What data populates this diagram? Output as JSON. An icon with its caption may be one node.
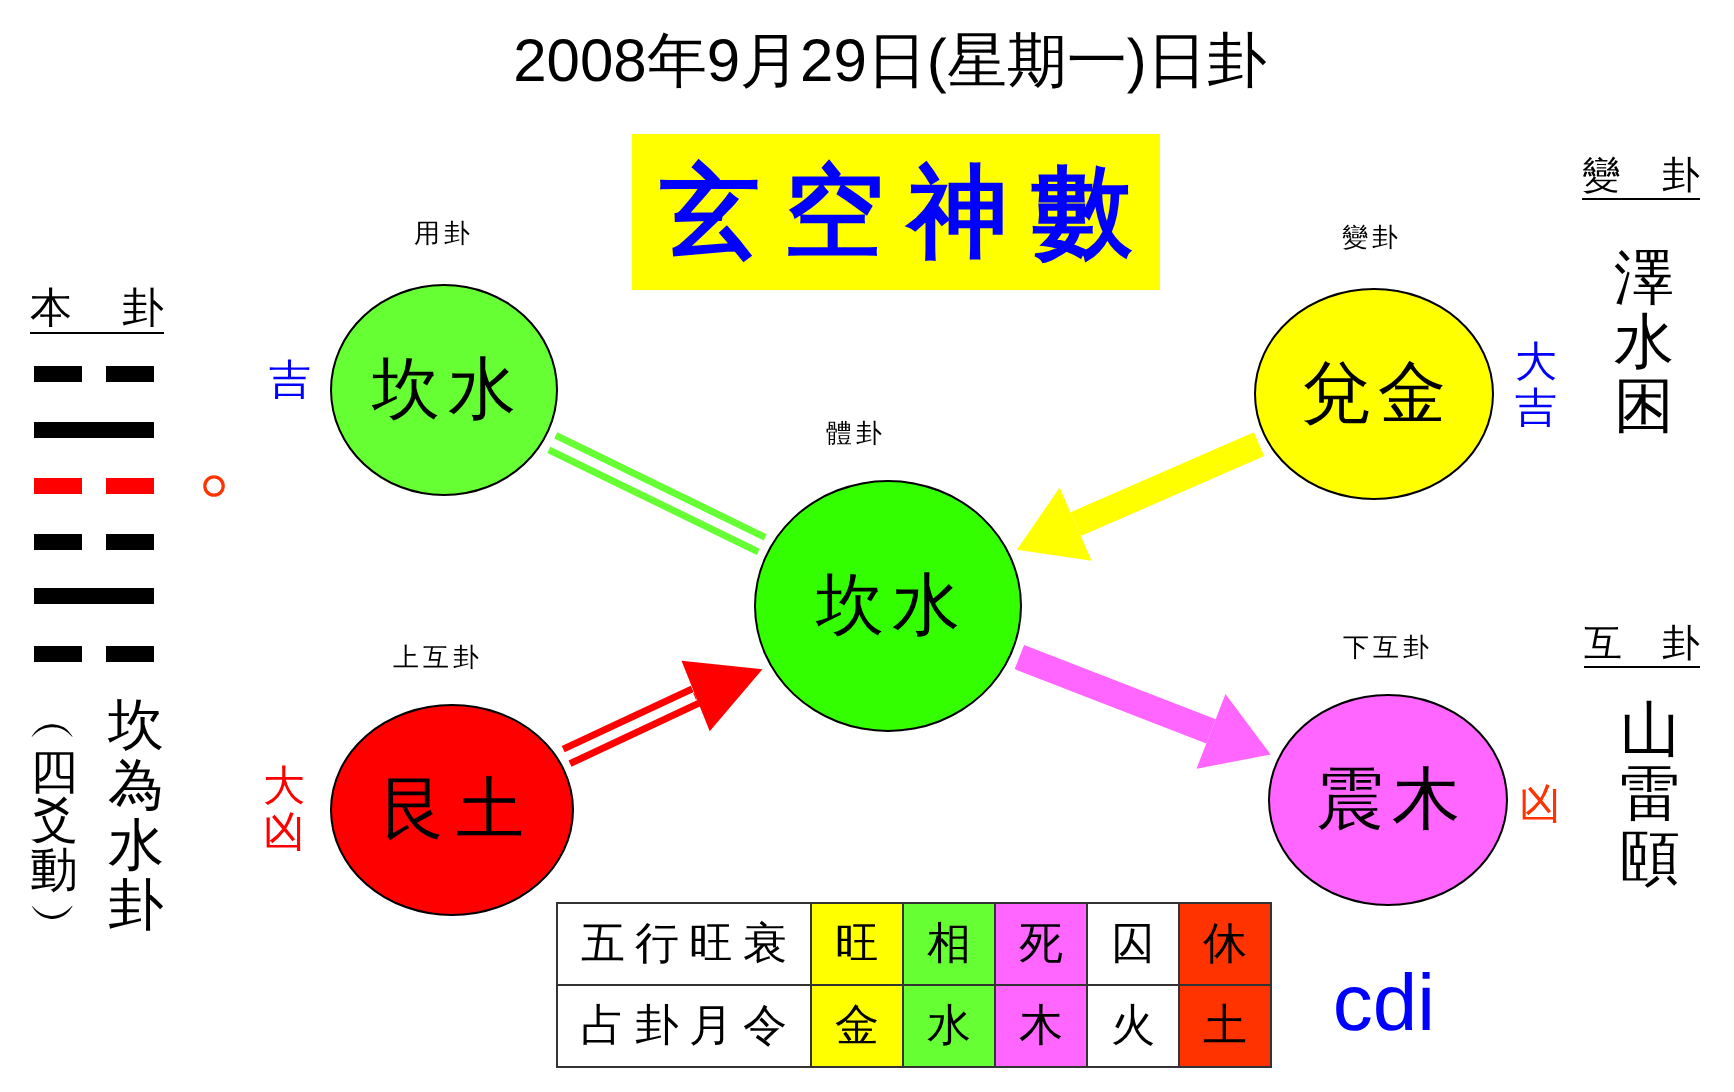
{
  "diagram": {
    "title": "2008年9月29日(星期一)日卦",
    "nodes": [
      {
        "text": [
          "玄空神數"
        ]
      },
      {
        "text": [
          "用卦",
          "坎水"
        ],
        "beside": [
          "吉"
        ]
      },
      {
        "text": [
          "變卦",
          "兌金"
        ],
        "beside": [
          "大吉"
        ]
      },
      {
        "text": [
          "體卦",
          "坎水"
        ]
      },
      {
        "text": [
          "上互卦",
          "艮土"
        ],
        "beside": [
          "大凶"
        ]
      },
      {
        "text": [
          "下互卦",
          "震木"
        ],
        "beside": [
          "凶"
        ]
      }
    ],
    "edges": [
      {
        "from": 1,
        "to": 3,
        "arrow": "none",
        "color": "#66ff33"
      },
      {
        "from": 2,
        "to": 3,
        "arrow": "to",
        "style": "thick",
        "color": "#ffff00"
      },
      {
        "from": 4,
        "to": 3,
        "arrow": "to",
        "color": "#ff0000"
      },
      {
        "from": 3,
        "to": 5,
        "arrow": "to",
        "style": "thick",
        "color": "#ff66ff"
      }
    ],
    "labels": [
      "本卦",
      "︵四爻動︶",
      "坎為水卦",
      "變卦",
      "澤水困",
      "互卦",
      "山雷頤",
      "五行旺衰",
      "旺",
      "相",
      "死",
      "囚",
      "休",
      "占卦月令",
      "金",
      "水",
      "木",
      "火",
      "土",
      "cdi"
    ]
  }
}
